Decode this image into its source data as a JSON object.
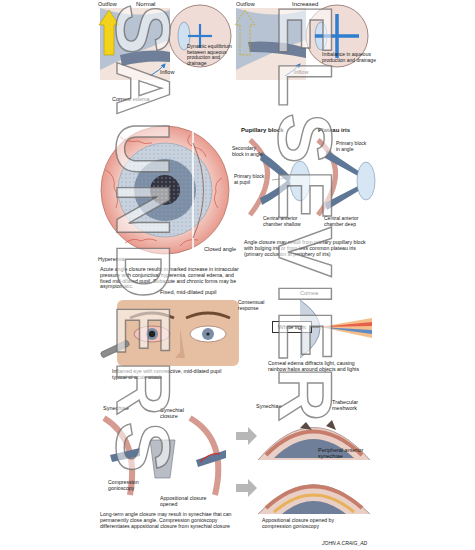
{
  "diagram": {
    "nodes": [
      {
        "text": [
          "White light"
        ]
      }
    ],
    "labels": [
      "Normal",
      "Outflow",
      "Inflow",
      "Dynamic equilibrium between aqueous production and drainage",
      "Increased",
      "Outflow",
      "Inflow",
      "Imbalance in aqueous production and drainage",
      "Corneal edema",
      "Pupillary block",
      "Plateau iris",
      "Secondary block in angle",
      "Primary block in angle",
      "Primary block at pupil",
      "Central anterior chamber shallow",
      "Central anterior chamber deep",
      "Hyperemia",
      "Closed angle",
      "Acute angle closure results in marked increase in intraocular pressure with conjunctival hyperemia, corneal edema, and fixed mid-dilated pupil. Subacute and chronic forms may be asymptomatic.",
      "Angle closure may result from primary pupillary block with bulging iris or from less common plateau iris (primary occlusion at periphery of iris)",
      "Fixed, mid-dilated pupil",
      "Consensual response",
      "Cornea",
      "Inflamed eye with nonreactive, mid-dilated pupil typical of acute attack",
      "Corneal edema diffracts light, causing rainbow halos around objects and lights",
      "Synechiae",
      "Synechial closure",
      "Synechiae",
      "Trabecular meshwork",
      "Peripheral anterior synechiae",
      "Compression gonioscopy",
      "Appositional closure opened",
      "Long-term angle closure may result in synechiae that can permanently close angle. Compression gonioscopy differentiates appositional closure from synechial closure",
      "Appositional closure opened by compression gonioscopy",
      "JOHN A.CRAIG_AD",
      "SAUNDERS",
      "ELSEVIER"
    ]
  }
}
